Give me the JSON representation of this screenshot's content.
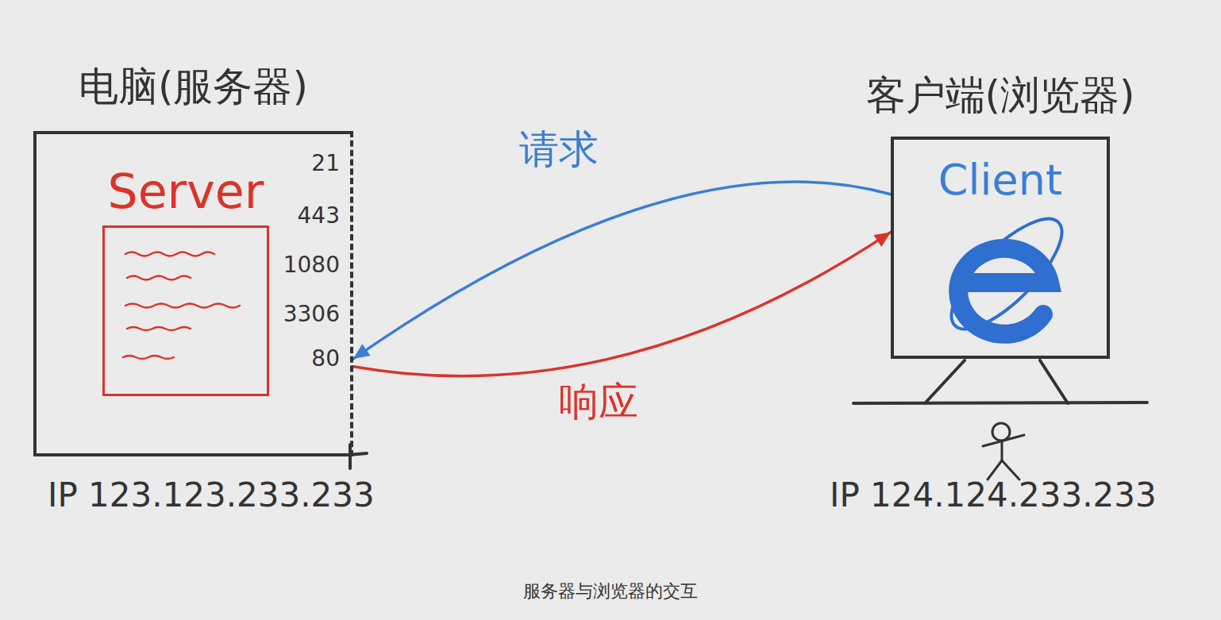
{
  "diagram": {
    "caption": "服务器与浏览器的交互",
    "nodes": [
      {
        "text": [
          "电脑(服务器)"
        ]
      },
      {
        "text": [
          "Server"
        ],
        "in": 0
      },
      {
        "text": [
          "客户端(浏览器)",
          "Client"
        ]
      }
    ],
    "edges": [
      {
        "from": 2,
        "to": 0,
        "label": "请求",
        "arrow": "to"
      },
      {
        "from": 0,
        "to": 2,
        "label": "响应",
        "arrow": "to"
      }
    ],
    "labels": [
      "21",
      "443",
      "1080",
      "3306",
      "80",
      "IP 123.123.233.233",
      "IP 124.124.233.233"
    ]
  }
}
